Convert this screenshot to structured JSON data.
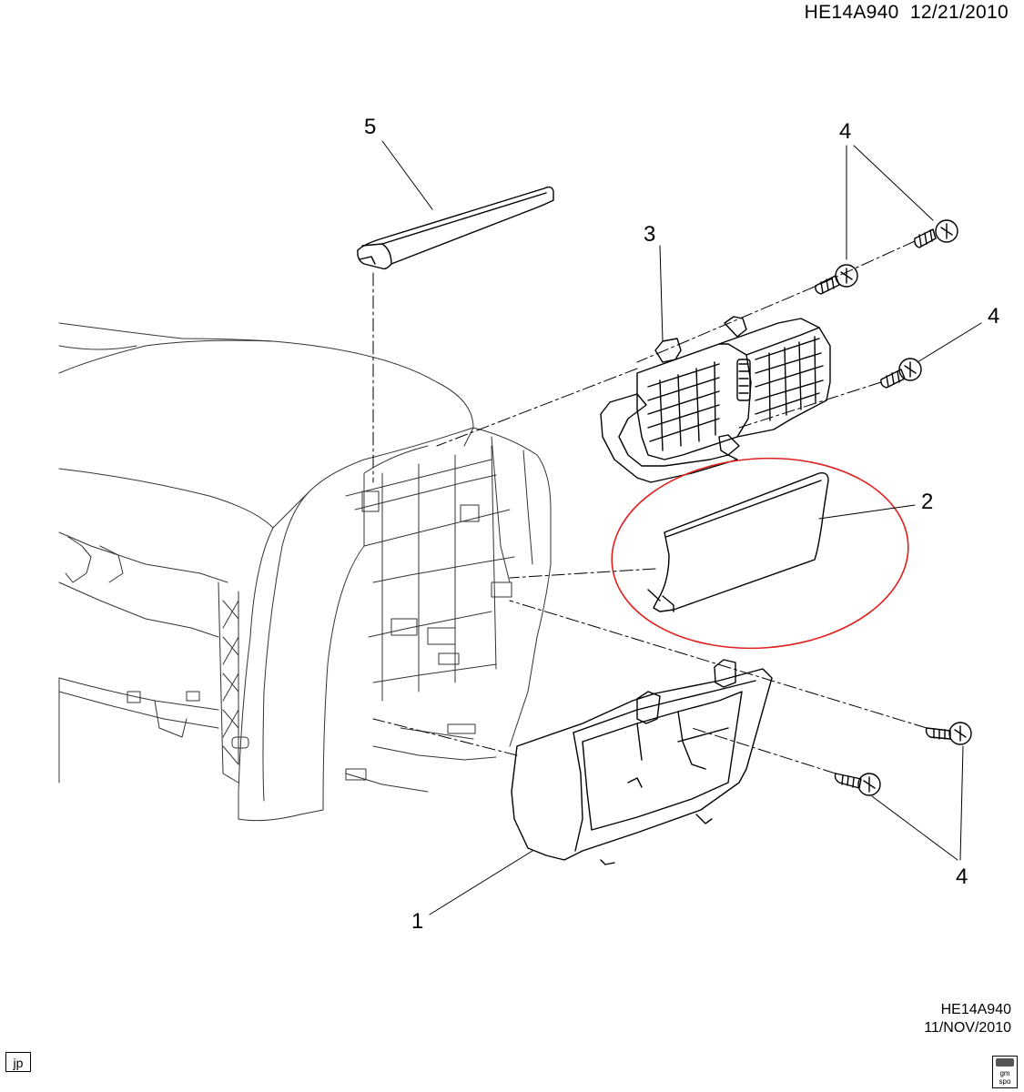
{
  "header": {
    "diagram_id": "HE14A940",
    "date": "12/21/2010"
  },
  "callouts": [
    {
      "id": "c5",
      "text": "5"
    },
    {
      "id": "c4a",
      "text": "4"
    },
    {
      "id": "c3",
      "text": "3"
    },
    {
      "id": "c4b",
      "text": "4"
    },
    {
      "id": "c2",
      "text": "2"
    },
    {
      "id": "c4c",
      "text": "4"
    },
    {
      "id": "c1",
      "text": "1"
    }
  ],
  "footer": {
    "diagram_id": "HE14A940",
    "date": "11/NOV/2010",
    "tag": "jp"
  },
  "logo": {
    "text_top": "gm",
    "text_bottom": "spo",
    "icon": "gm-spo-logo-icon"
  },
  "colors": {
    "line": "#000000",
    "highlight": "#e0201e",
    "background": "#ffffff"
  }
}
